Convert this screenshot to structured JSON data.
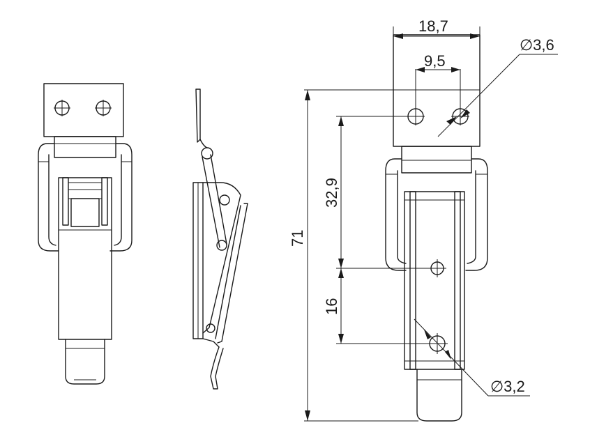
{
  "dimensions": {
    "top_width": "18,7",
    "hole_spacing": "9,5",
    "top_hole_diameter": "∅3,6",
    "overall_length": "71",
    "hole_to_middle_hole": "32,9",
    "middle_to_bottom_hole": "16",
    "bottom_hole_diameter": "∅3,2"
  }
}
